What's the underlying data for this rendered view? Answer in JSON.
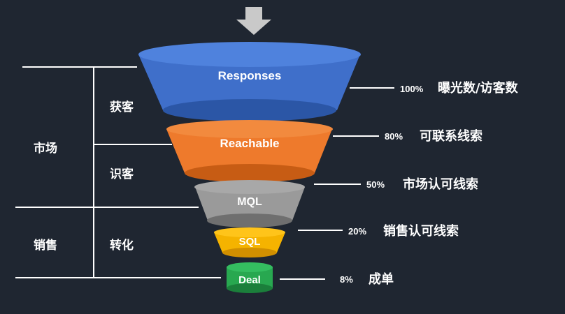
{
  "stages": [
    {
      "label": "Responses",
      "percent": "100%",
      "description": "曝光数/访客数",
      "color": "#3f6fca",
      "dark": "#2b56a6"
    },
    {
      "label": "Reachable",
      "percent": "80%",
      "description": "可联系线索",
      "color": "#ee7a2c",
      "dark": "#c75c14"
    },
    {
      "label": "MQL",
      "percent": "50%",
      "description": "市场认可线索",
      "color": "#9a9a9a",
      "dark": "#6f6f6f"
    },
    {
      "label": "SQL",
      "percent": "20%",
      "description": "销售认可线索",
      "color": "#f5b300",
      "dark": "#d18f00"
    },
    {
      "label": "Deal",
      "percent": "8%",
      "description": "成单",
      "color": "#28a850",
      "dark": "#1b7f3b"
    }
  ],
  "departments": [
    {
      "label": "市场"
    },
    {
      "label": "销售"
    }
  ],
  "phases": [
    {
      "label": "获客"
    },
    {
      "label": "识客"
    },
    {
      "label": "转化"
    }
  ],
  "colors": {
    "background": "#1f2631",
    "lines": "#ffffff",
    "arrow": "#c9c9c9"
  },
  "icons": {
    "top_arrow": "down-arrow-icon"
  }
}
